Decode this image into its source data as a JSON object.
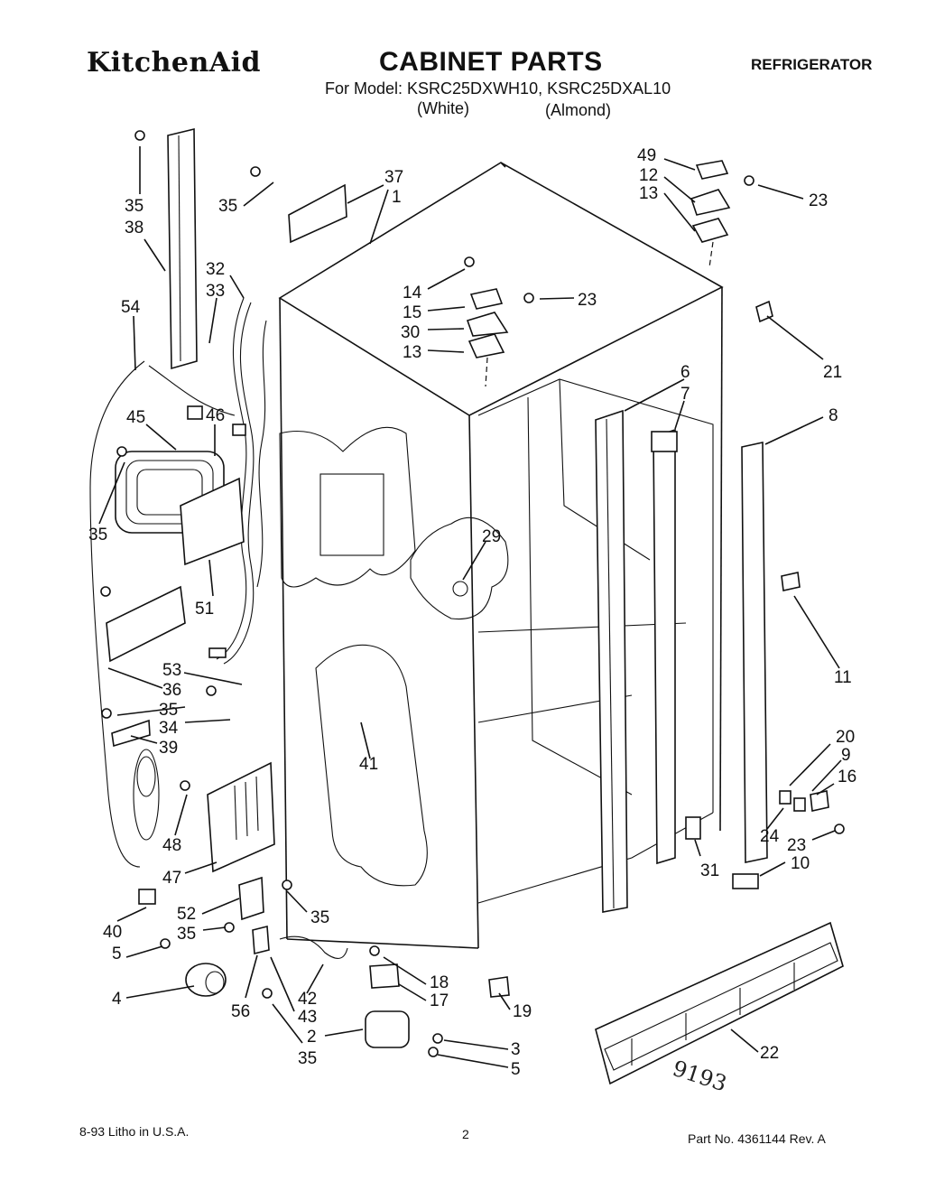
{
  "header": {
    "brand": "KitchenAid",
    "title": "CABINET PARTS",
    "category": "REFRIGERATOR",
    "model_line": "For Model: KSRC25DXWH10, KSRC25DXAL10",
    "variant_white": "(White)",
    "variant_almond": "(Almond)"
  },
  "callouts": [
    {
      "id": "c49",
      "text": "49"
    },
    {
      "id": "c12",
      "text": "12"
    },
    {
      "id": "c13a",
      "text": "13"
    },
    {
      "id": "c23a",
      "text": "23"
    },
    {
      "id": "c35a",
      "text": "35"
    },
    {
      "id": "c38",
      "text": "38"
    },
    {
      "id": "c35b",
      "text": "35"
    },
    {
      "id": "c37",
      "text": "37"
    },
    {
      "id": "c1",
      "text": "1"
    },
    {
      "id": "c32",
      "text": "32"
    },
    {
      "id": "c33",
      "text": "33"
    },
    {
      "id": "c54",
      "text": "54"
    },
    {
      "id": "c14",
      "text": "14"
    },
    {
      "id": "c15",
      "text": "15"
    },
    {
      "id": "c30",
      "text": "30"
    },
    {
      "id": "c13b",
      "text": "13"
    },
    {
      "id": "c23b",
      "text": "23"
    },
    {
      "id": "c21",
      "text": "21"
    },
    {
      "id": "c6",
      "text": "6"
    },
    {
      "id": "c7",
      "text": "7"
    },
    {
      "id": "c8",
      "text": "8"
    },
    {
      "id": "c45",
      "text": "45"
    },
    {
      "id": "c46",
      "text": "46"
    },
    {
      "id": "c35c",
      "text": "35"
    },
    {
      "id": "c29",
      "text": "29"
    },
    {
      "id": "c51",
      "text": "51"
    },
    {
      "id": "c11",
      "text": "11"
    },
    {
      "id": "c53",
      "text": "53"
    },
    {
      "id": "c36",
      "text": "36"
    },
    {
      "id": "c35d",
      "text": "35"
    },
    {
      "id": "c34",
      "text": "34"
    },
    {
      "id": "c39",
      "text": "39"
    },
    {
      "id": "c41",
      "text": "41"
    },
    {
      "id": "c20",
      "text": "20"
    },
    {
      "id": "c9",
      "text": "9"
    },
    {
      "id": "c16",
      "text": "16"
    },
    {
      "id": "c24",
      "text": "24"
    },
    {
      "id": "c23c",
      "text": "23"
    },
    {
      "id": "c10",
      "text": "10"
    },
    {
      "id": "c48",
      "text": "48"
    },
    {
      "id": "c31",
      "text": "31"
    },
    {
      "id": "c47",
      "text": "47"
    },
    {
      "id": "c52",
      "text": "52"
    },
    {
      "id": "c35e",
      "text": "35"
    },
    {
      "id": "c35f",
      "text": "35"
    },
    {
      "id": "c40",
      "text": "40"
    },
    {
      "id": "c5a",
      "text": "5"
    },
    {
      "id": "c4",
      "text": "4"
    },
    {
      "id": "c56",
      "text": "56"
    },
    {
      "id": "c42",
      "text": "42"
    },
    {
      "id": "c43",
      "text": "43"
    },
    {
      "id": "c18",
      "text": "18"
    },
    {
      "id": "c17",
      "text": "17"
    },
    {
      "id": "c19",
      "text": "19"
    },
    {
      "id": "c2",
      "text": "2"
    },
    {
      "id": "c35g",
      "text": "35"
    },
    {
      "id": "c3",
      "text": "3"
    },
    {
      "id": "c5b",
      "text": "5"
    },
    {
      "id": "c22",
      "text": "22"
    }
  ],
  "handwritten_note": "9193",
  "footer": {
    "litho": "8-93 Litho in U.S.A.",
    "page": "2",
    "part_no": "Part No. 4361144  Rev. A"
  }
}
